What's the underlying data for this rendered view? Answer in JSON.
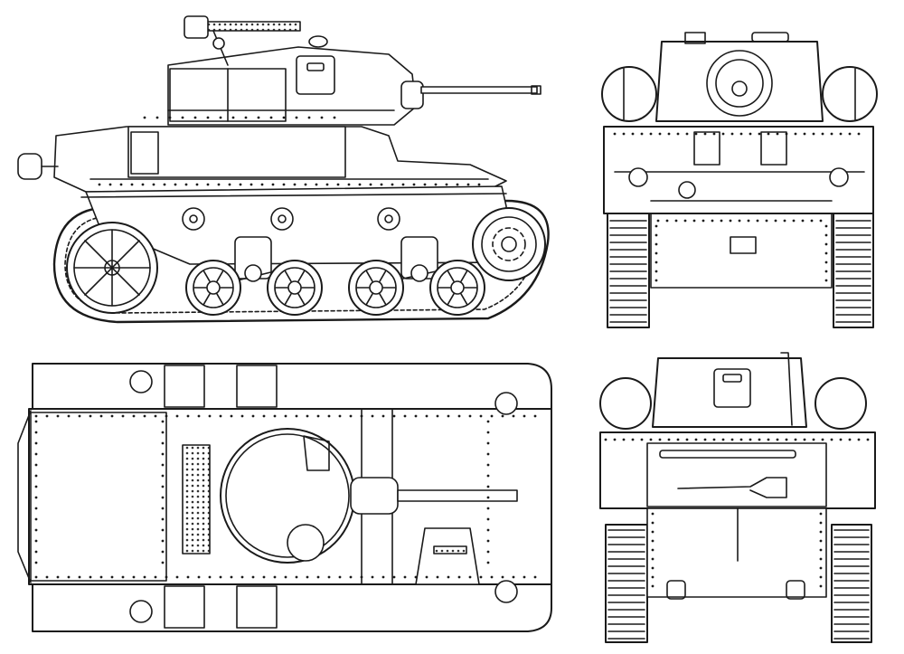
{
  "diagram": {
    "subject": "tank-technical-drawing",
    "views": [
      {
        "id": "side",
        "name": "side-view"
      },
      {
        "id": "front",
        "name": "front-view"
      },
      {
        "id": "top",
        "name": "top-view"
      },
      {
        "id": "rear",
        "name": "rear-view"
      }
    ],
    "colors": {
      "ink": "#1a1a1a",
      "paper": "#ffffff",
      "hatch": "#555555"
    },
    "side_view": {
      "road_wheel_count": 4,
      "return_roller_count": 3
    },
    "text_labels": []
  }
}
